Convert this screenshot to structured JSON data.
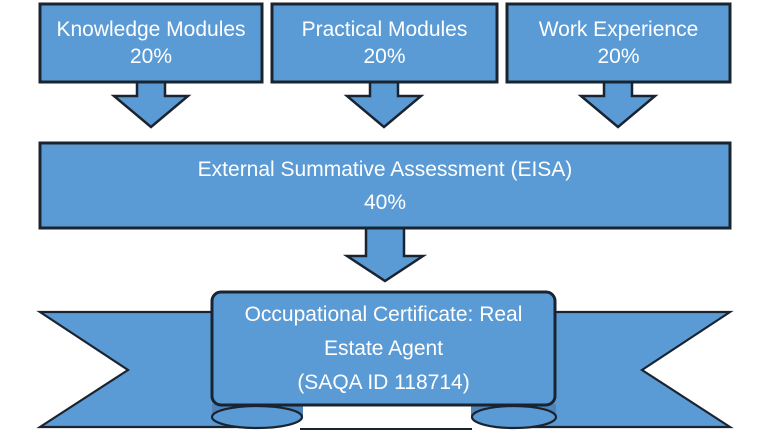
{
  "colors": {
    "shape_fill": "#5b9bd5",
    "shape_border": "#1a2430",
    "ribbon_fold_fill": "#4e84ba",
    "text": "#ffffff",
    "background": "#ffffff"
  },
  "diagram": {
    "top_boxes": [
      {
        "label": "Knowledge Modules",
        "percent": "20%"
      },
      {
        "label": "Practical Modules",
        "percent": "20%"
      },
      {
        "label": "Work Experience",
        "percent": "20%"
      }
    ],
    "middle_box": {
      "label": "External Summative Assessment (EISA)",
      "percent": "40%"
    },
    "ribbon": {
      "line1": "Occupational Certificate: Real",
      "line2": "Estate Agent",
      "line3": "(SAQA ID 118714)"
    }
  }
}
